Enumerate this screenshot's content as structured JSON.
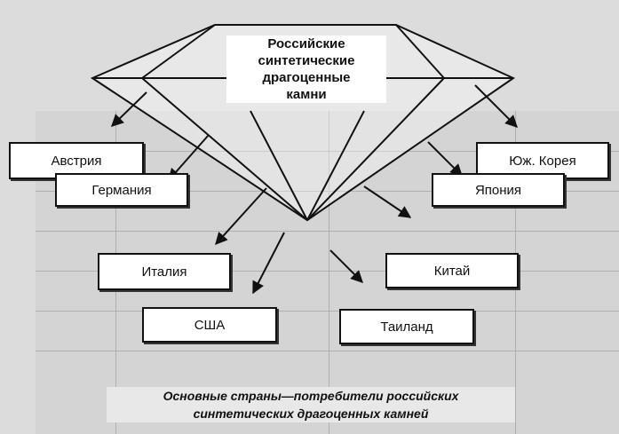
{
  "center_title": [
    "Российские",
    "синтетические",
    "драгоценные",
    "камни"
  ],
  "countries": {
    "austria": "Австрия",
    "germany": "Германия",
    "italy": "Италия",
    "usa": "США",
    "south_korea": "Юж. Корея",
    "japan": "Япония",
    "china": "Китай",
    "thailand": "Таиланд"
  },
  "caption": [
    "Основные страны—потребители российских",
    "синтетических драгоценных камней"
  ],
  "colors": {
    "box_border": "#111111",
    "arrow": "#111111"
  }
}
